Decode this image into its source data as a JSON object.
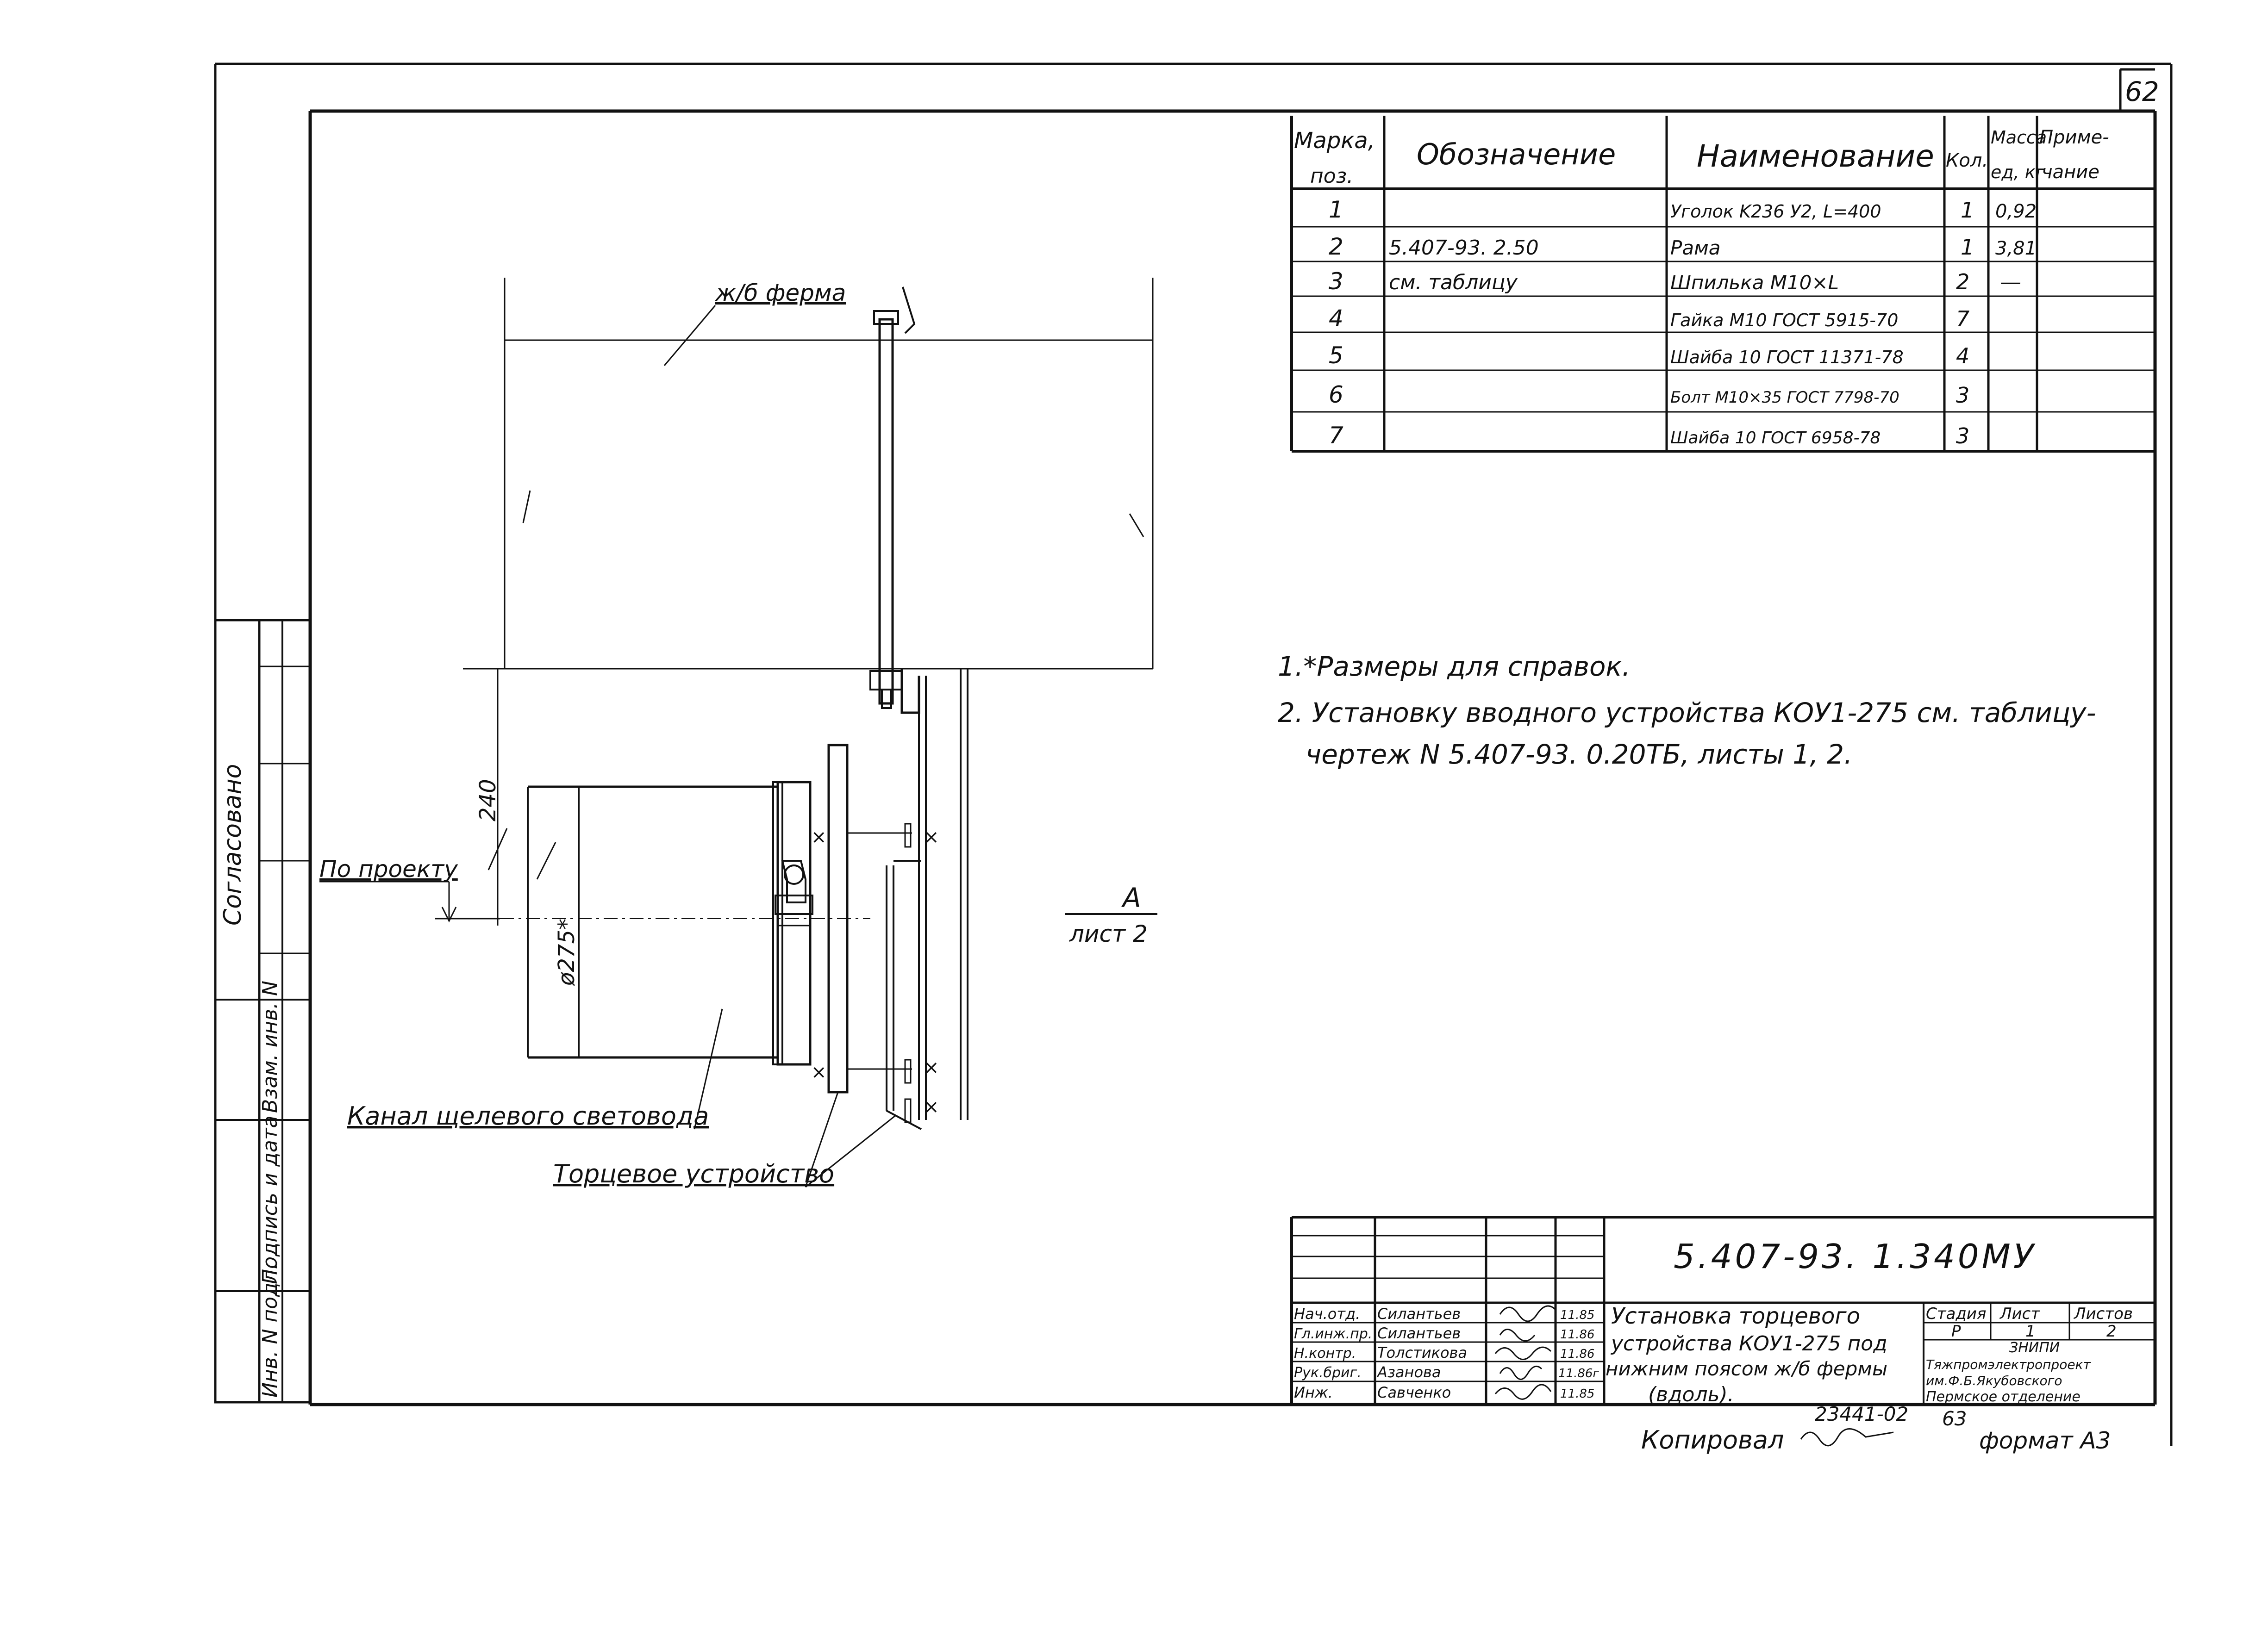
{
  "sheet_number": "62",
  "spec_table": {
    "headers": {
      "mark": [
        "Марка,",
        "поз."
      ],
      "designation": "Обозначение",
      "name": "Наименование",
      "qty": "Кол.",
      "mass": [
        "Масса",
        "ед, кг"
      ],
      "note": [
        "Приме-",
        "чание"
      ]
    },
    "rows": [
      {
        "mark": "1",
        "designation": "",
        "name": "Уголок K236 У2, L=400",
        "qty": "1",
        "mass": "0,92"
      },
      {
        "mark": "2",
        "designation": "5.407-93. 2.50",
        "name": "Рама",
        "qty": "1",
        "mass": "3,81"
      },
      {
        "mark": "3",
        "designation": "см. таблицу",
        "name": "Шпилька  М10×L",
        "qty": "2",
        "mass": "—"
      },
      {
        "mark": "4",
        "designation": "",
        "name": "Гайка М10 ГОСТ 5915-70",
        "qty": "7",
        "mass": ""
      },
      {
        "mark": "5",
        "designation": "",
        "name": "Шайба 10 ГОСТ 11371-78",
        "qty": "4",
        "mass": ""
      },
      {
        "mark": "6",
        "designation": "",
        "name": "Болт М10×35 ГОСТ 7798-70",
        "qty": "3",
        "mass": ""
      },
      {
        "mark": "7",
        "designation": "",
        "name": "Шайба 10 ГОСТ 6958-78",
        "qty": "3",
        "mass": ""
      }
    ]
  },
  "notes": {
    "n1": "1.*Размеры для справок.",
    "n2a": "2. Установку вводного устройства КОУ1-275  см. таблицу-",
    "n2b": "чертеж N 5.407-93. 0.20ТБ, листы 1, 2."
  },
  "drawing_labels": {
    "truss": "ж/б ферма",
    "by_project": "По проекту",
    "dim_240": "240",
    "dim_275": "ø275*",
    "view_a": "А",
    "view_a_sheet": "лист 2",
    "channel": "Канал щелевого световода",
    "end_device": "Торцевое устройство"
  },
  "side_stamp": {
    "agreed": "Согласовано",
    "replaced": "Взам. инв. N",
    "sign_date": "Подпись и дата",
    "inv_orig": "Инв. N подл."
  },
  "title_block": {
    "doc_code": "5.407-93. 1.340МУ",
    "title_lines": [
      "Установка торцевого",
      "устройства КОУ1-275 под",
      "нижним поясом ж/б фермы",
      "(вдоль)."
    ],
    "people": [
      {
        "role": "Нач.отд.",
        "name": "Силантьев",
        "date": "11.85"
      },
      {
        "role": "Гл.инж.пр.",
        "name": "Силантьев",
        "date": "11.86"
      },
      {
        "role": "Н.контр.",
        "name": "Толстикова",
        "date": "11.86"
      },
      {
        "role": "Рук.бриг.",
        "name": "Азанова",
        "date": "11.86г"
      },
      {
        "role": "Инж.",
        "name": "Савченко",
        "date": "11.85"
      }
    ],
    "stage_label": "Стадия",
    "sheet_label": "Лист",
    "sheets_label": "Листов",
    "stage": "Р",
    "sheet": "1",
    "sheets": "2",
    "org": [
      "ЗНИПИ",
      "Тяжпромэлектропроект",
      "им.Ф.Б.Якубовского",
      "Пермское отделение"
    ]
  },
  "footer": {
    "copied": "Копировал",
    "order_no": "23441-02",
    "page_no": "63",
    "format": "формат А3"
  }
}
